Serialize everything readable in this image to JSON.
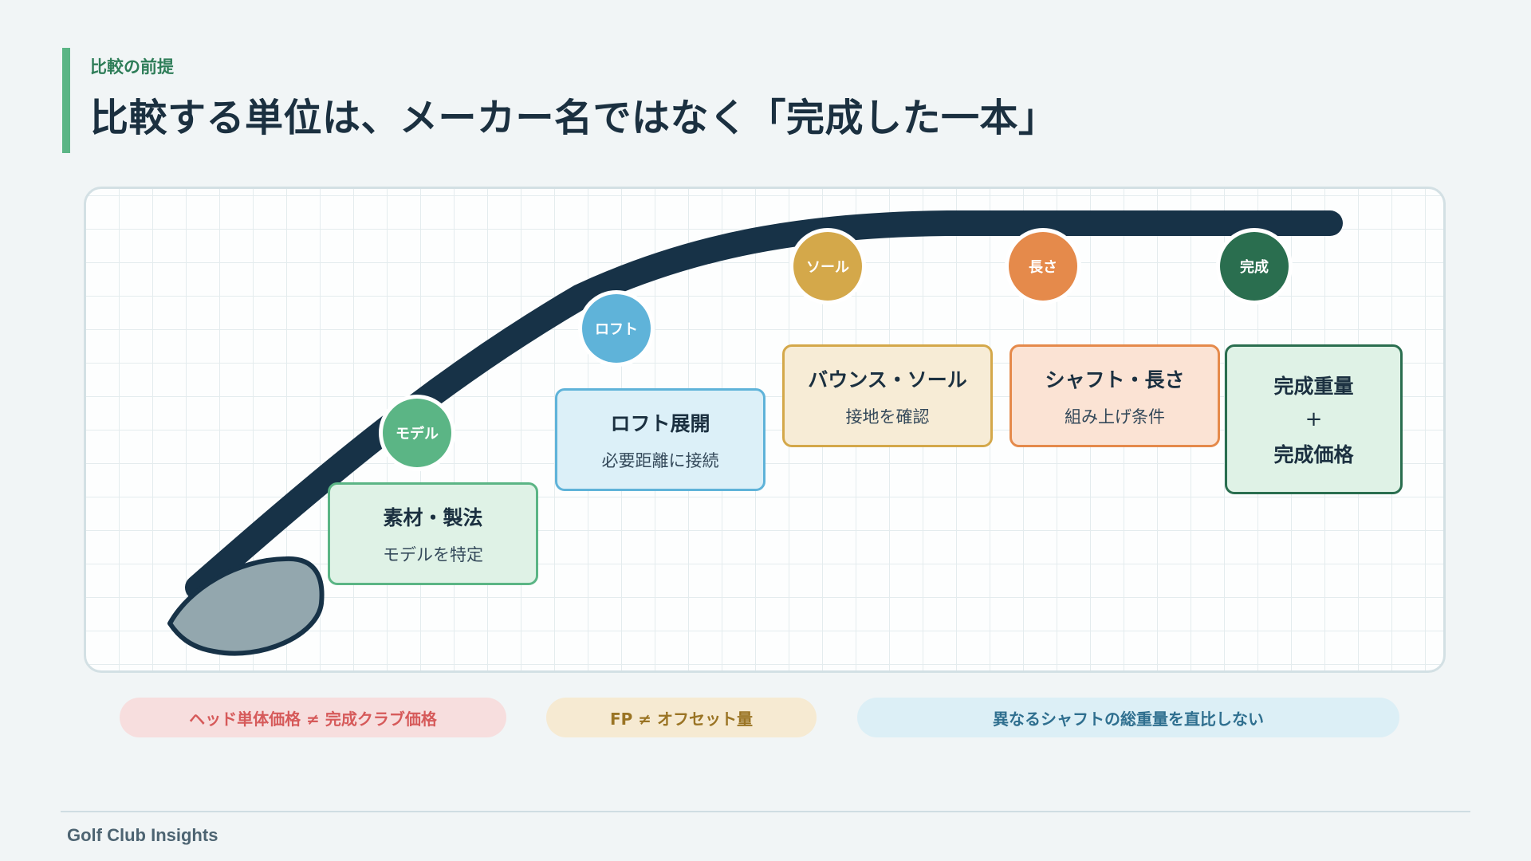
{
  "header": {
    "eyebrow": "比較の前提",
    "title": "比較する単位は、メーカー名ではなく「完成した一本」"
  },
  "steps": [
    {
      "marker": "モデル",
      "title": "素材・製法",
      "subtitle": "モデルを特定",
      "color": "#5bb585"
    },
    {
      "marker": "ロフト",
      "title": "ロフト展開",
      "subtitle": "必要距離に接続",
      "color": "#5fb3d9"
    },
    {
      "marker": "ソール",
      "title": "バウンス・ソール",
      "subtitle": "接地を確認",
      "color": "#d4a84a"
    },
    {
      "marker": "長さ",
      "title": "シャフト・長さ",
      "subtitle": "組み上げ条件",
      "color": "#e58a4b"
    },
    {
      "marker": "完成",
      "title": "完成重量",
      "plus": "+",
      "title2": "完成価格",
      "color": "#2a6e4f"
    }
  ],
  "notes": [
    {
      "text": "ヘッド単体価格 ≠ 完成クラブ価格",
      "bg": "#f7dede",
      "fg": "#d65a5a"
    },
    {
      "text": "FP ≠ オフセット量",
      "bg": "#f6ead2",
      "fg": "#9a7424"
    },
    {
      "text": "異なるシャフトの総重量を直比しない",
      "bg": "#dceff6",
      "fg": "#2f6f8f"
    }
  ],
  "footer": {
    "brand": "Golf Club Insights"
  }
}
